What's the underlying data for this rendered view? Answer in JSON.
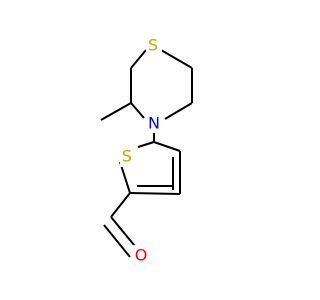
{
  "molecule": {
    "atoms": {
      "sulfur_thiomorpholine": "S",
      "nitrogen_thiomorpholine": "N",
      "sulfur_thiophene": "S",
      "oxygen_aldehyde": "O"
    }
  },
  "colors": {
    "bond": "#000000",
    "nitrogen": "#0000ff",
    "sulfur": "#b2b200",
    "oxygen": "#ff0000",
    "background": "#ffffff"
  }
}
